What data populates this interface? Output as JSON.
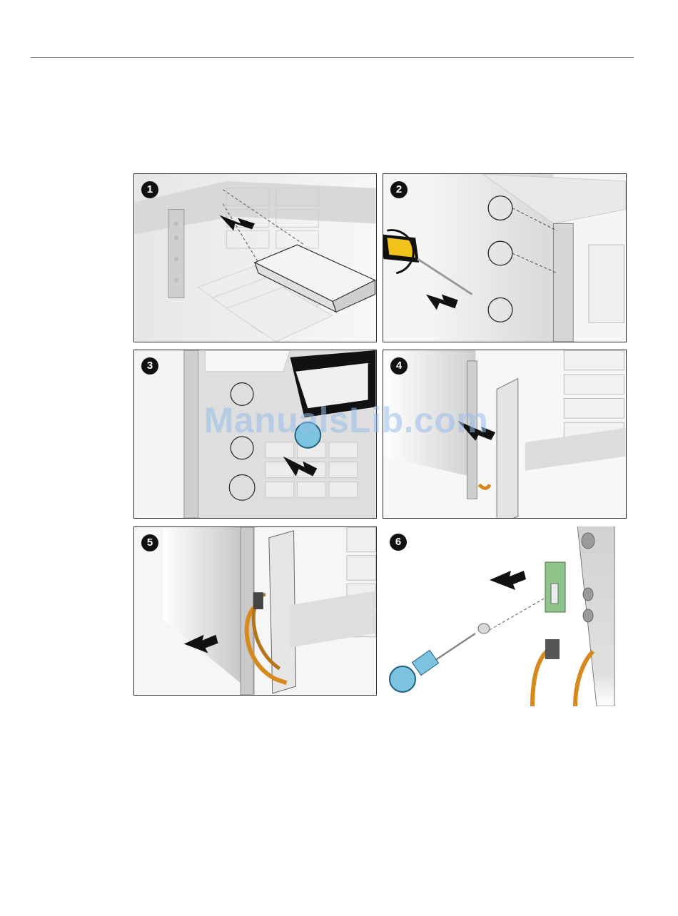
{
  "document": {
    "steps": [
      {
        "number": "1"
      },
      {
        "number": "2"
      },
      {
        "number": "3"
      },
      {
        "number": "4"
      },
      {
        "number": "5"
      },
      {
        "number": "6"
      }
    ],
    "watermark": "ManualsLib.com"
  }
}
